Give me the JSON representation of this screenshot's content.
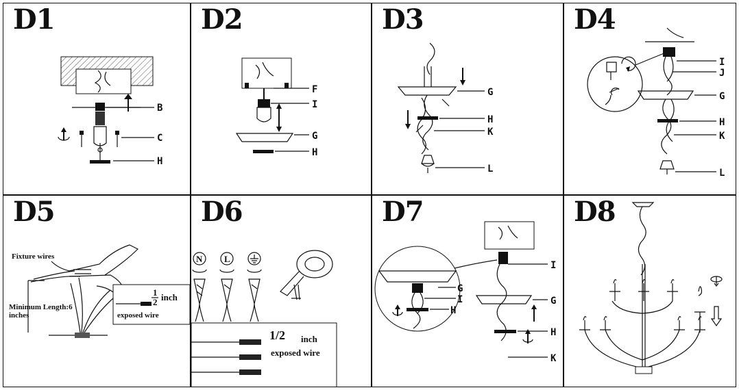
{
  "panels": [
    {
      "id": "D1",
      "title": "D1",
      "labels": [
        "B",
        "C",
        "H"
      ]
    },
    {
      "id": "D2",
      "title": "D2",
      "labels": [
        "F",
        "I",
        "G",
        "H"
      ]
    },
    {
      "id": "D3",
      "title": "D3",
      "labels": [
        "G",
        "H",
        "K",
        "L"
      ]
    },
    {
      "id": "D4",
      "title": "D4",
      "labels": [
        "I",
        "J",
        "G",
        "H",
        "K",
        "L"
      ]
    },
    {
      "id": "D5",
      "title": "D5",
      "texts": {
        "fixture_wires": "Fixture wires",
        "min_length_1": "Minimum Length:6",
        "min_length_2": "inches",
        "half": "1",
        "half_den": "2",
        "inch": "inch",
        "exposed": "exposed wire"
      }
    },
    {
      "id": "D6",
      "title": "D6",
      "texts": {
        "sym_n": "N",
        "sym_l": "L",
        "half": "1/2",
        "inch": "inch",
        "exposed": "exposed wire"
      }
    },
    {
      "id": "D7",
      "title": "D7",
      "labels": [
        "I",
        "G",
        "H",
        "K"
      ],
      "inset_labels": [
        "G",
        "I",
        "H"
      ]
    },
    {
      "id": "D8",
      "title": "D8"
    }
  ]
}
